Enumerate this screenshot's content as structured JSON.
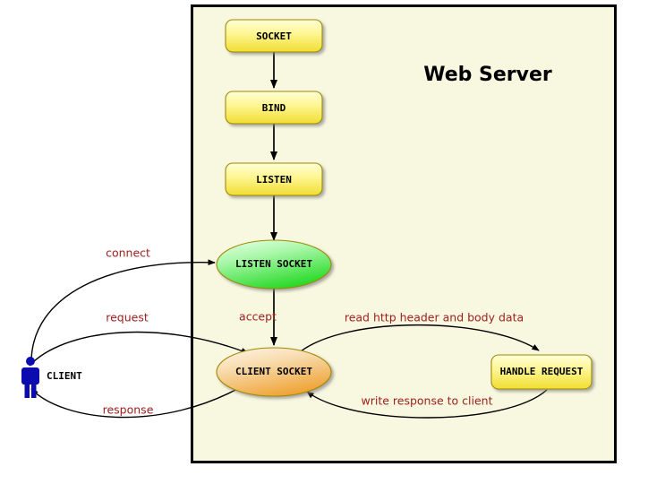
{
  "diagram": {
    "title": "Web Server",
    "boundary_label": "Web Server",
    "actor": {
      "name": "CLIENT",
      "icon": "person-icon",
      "color": "#0b0bb0"
    },
    "colors": {
      "boundary_fill": "#f8f8e0",
      "boundary_stroke": "#000000",
      "process_fill_top": "#ffffcc",
      "process_fill_bottom": "#f2e03a",
      "process_stroke": "#a08a00",
      "listen_socket_top": "#ccffcc",
      "listen_socket_bottom": "#2fdd2f",
      "client_socket_top": "#fbe6c4",
      "client_socket_bottom": "#f0a437",
      "edge_label_color": "#9d1d1d",
      "edge_stroke": "#000000",
      "text_color": "#000000"
    },
    "nodes": [
      {
        "id": "socket",
        "label": "SOCKET",
        "shape": "rounded-rect",
        "fill": "yellow"
      },
      {
        "id": "bind",
        "label": "BIND",
        "shape": "rounded-rect",
        "fill": "yellow"
      },
      {
        "id": "listen",
        "label": "LISTEN",
        "shape": "rounded-rect",
        "fill": "yellow"
      },
      {
        "id": "listen_socket",
        "label": "LISTEN SOCKET",
        "shape": "ellipse",
        "fill": "green"
      },
      {
        "id": "client_socket",
        "label": "CLIENT SOCKET",
        "shape": "ellipse",
        "fill": "orange"
      },
      {
        "id": "handle_request",
        "label": "HANDLE REQUEST",
        "shape": "rounded-rect",
        "fill": "yellow"
      }
    ],
    "edges": [
      {
        "id": "socket-bind",
        "label": "",
        "from": "socket",
        "to": "bind"
      },
      {
        "id": "bind-listen",
        "label": "",
        "from": "bind",
        "to": "listen"
      },
      {
        "id": "listen-listensocket",
        "label": "",
        "from": "listen",
        "to": "listen_socket"
      },
      {
        "id": "connect",
        "label": "connect",
        "from": "client",
        "to": "listen_socket"
      },
      {
        "id": "accept",
        "label": "accept",
        "from": "listen_socket",
        "to": "client_socket"
      },
      {
        "id": "request",
        "label": "request",
        "from": "client",
        "to": "client_socket"
      },
      {
        "id": "response",
        "label": "response",
        "from": "client_socket",
        "to": "client"
      },
      {
        "id": "read-http",
        "label": "read http header and body data",
        "from": "client_socket",
        "to": "handle_request"
      },
      {
        "id": "write-response",
        "label": "write response to client",
        "from": "handle_request",
        "to": "client_socket"
      }
    ]
  }
}
